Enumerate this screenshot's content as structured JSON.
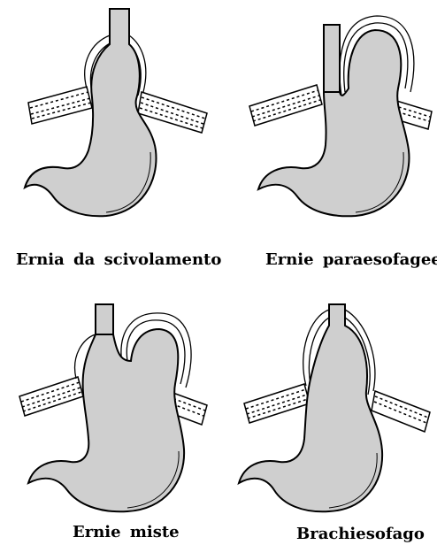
{
  "captions": [
    "Ernia da scivolamento",
    "Ernie paraesofagee",
    "Ernie miste",
    "Brachiesofago"
  ],
  "colors": {
    "organ_fill": "#cfcfcf",
    "outline": "#000000",
    "background": "#ffffff"
  }
}
